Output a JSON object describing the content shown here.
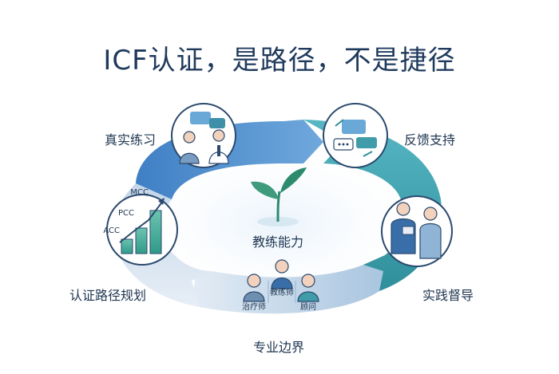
{
  "title": "ICF认证，是路径，不是捷径",
  "center_label": "教练能力",
  "stages": {
    "practice": "真实练习",
    "feedback": "反馈支持",
    "supervision": "实践督导",
    "boundary": "专业边界",
    "certification": "认证路径规划"
  },
  "cert_levels": [
    "ACC",
    "PCC",
    "MCC"
  ],
  "roles": {
    "therapist": "治疗师",
    "coach": "教练师",
    "consultant": "顾问"
  },
  "colors": {
    "ring_blue": "#4a86c8",
    "ring_teal": "#3aa7a4",
    "ring_light": "#c9d9ea",
    "title": "#1f3a5c"
  }
}
